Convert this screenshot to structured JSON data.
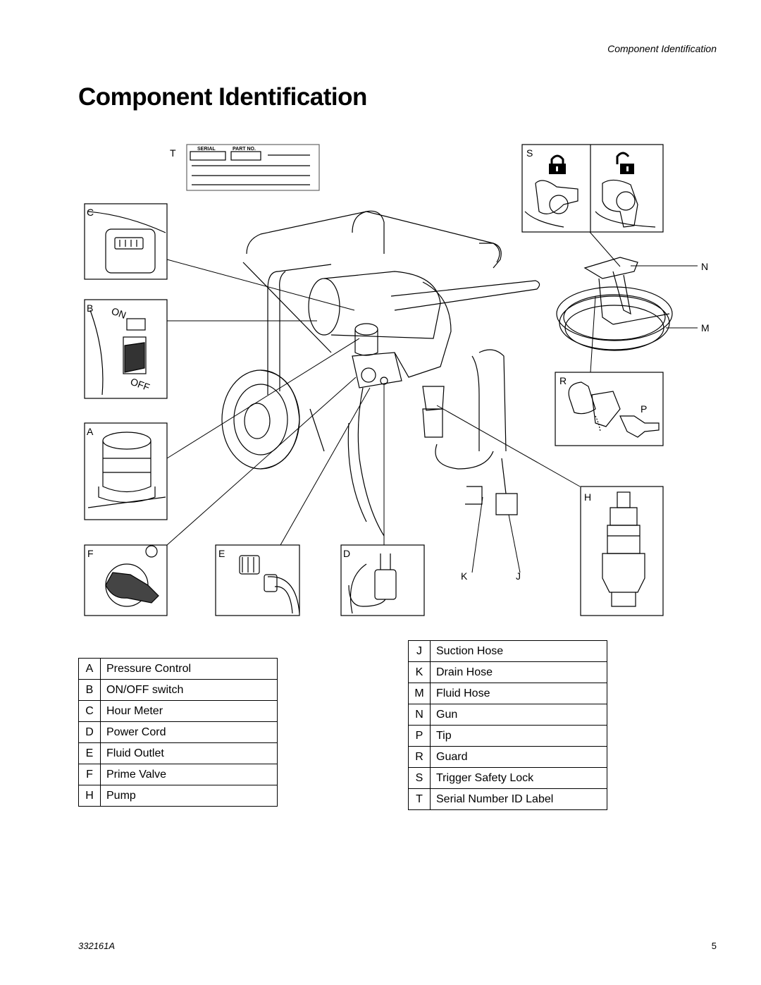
{
  "running_head": "Component Identification",
  "title": "Component Identification",
  "figure": {
    "callouts": {
      "T": "T",
      "S": "S",
      "C": "C",
      "B": "B",
      "A": "A",
      "F": "F",
      "E": "E",
      "D": "D",
      "N": "N",
      "M": "M",
      "R": "R",
      "P": "P",
      "H": "H",
      "K": "K",
      "J": "J"
    },
    "serial_label": {
      "serial": "SERIAL",
      "part_no": "PART NO."
    },
    "switch_labels": {
      "on": "ON",
      "off": "OFF"
    }
  },
  "legend_left": [
    {
      "key": "A",
      "label": "Pressure Control"
    },
    {
      "key": "B",
      "label": "ON/OFF switch"
    },
    {
      "key": "C",
      "label": "Hour Meter"
    },
    {
      "key": "D",
      "label": "Power Cord"
    },
    {
      "key": "E",
      "label": "Fluid Outlet"
    },
    {
      "key": "F",
      "label": "Prime Valve"
    },
    {
      "key": "H",
      "label": "Pump"
    }
  ],
  "legend_right": [
    {
      "key": "J",
      "label": "Suction Hose"
    },
    {
      "key": "K",
      "label": "Drain Hose"
    },
    {
      "key": "M",
      "label": "Fluid Hose"
    },
    {
      "key": "N",
      "label": "Gun"
    },
    {
      "key": "P",
      "label": "Tip"
    },
    {
      "key": "R",
      "label": "Guard"
    },
    {
      "key": "S",
      "label": "Trigger Safety Lock"
    },
    {
      "key": "T",
      "label": "Serial Number ID Label"
    }
  ],
  "footer": {
    "doc_number": "332161A",
    "page_number": "5"
  }
}
